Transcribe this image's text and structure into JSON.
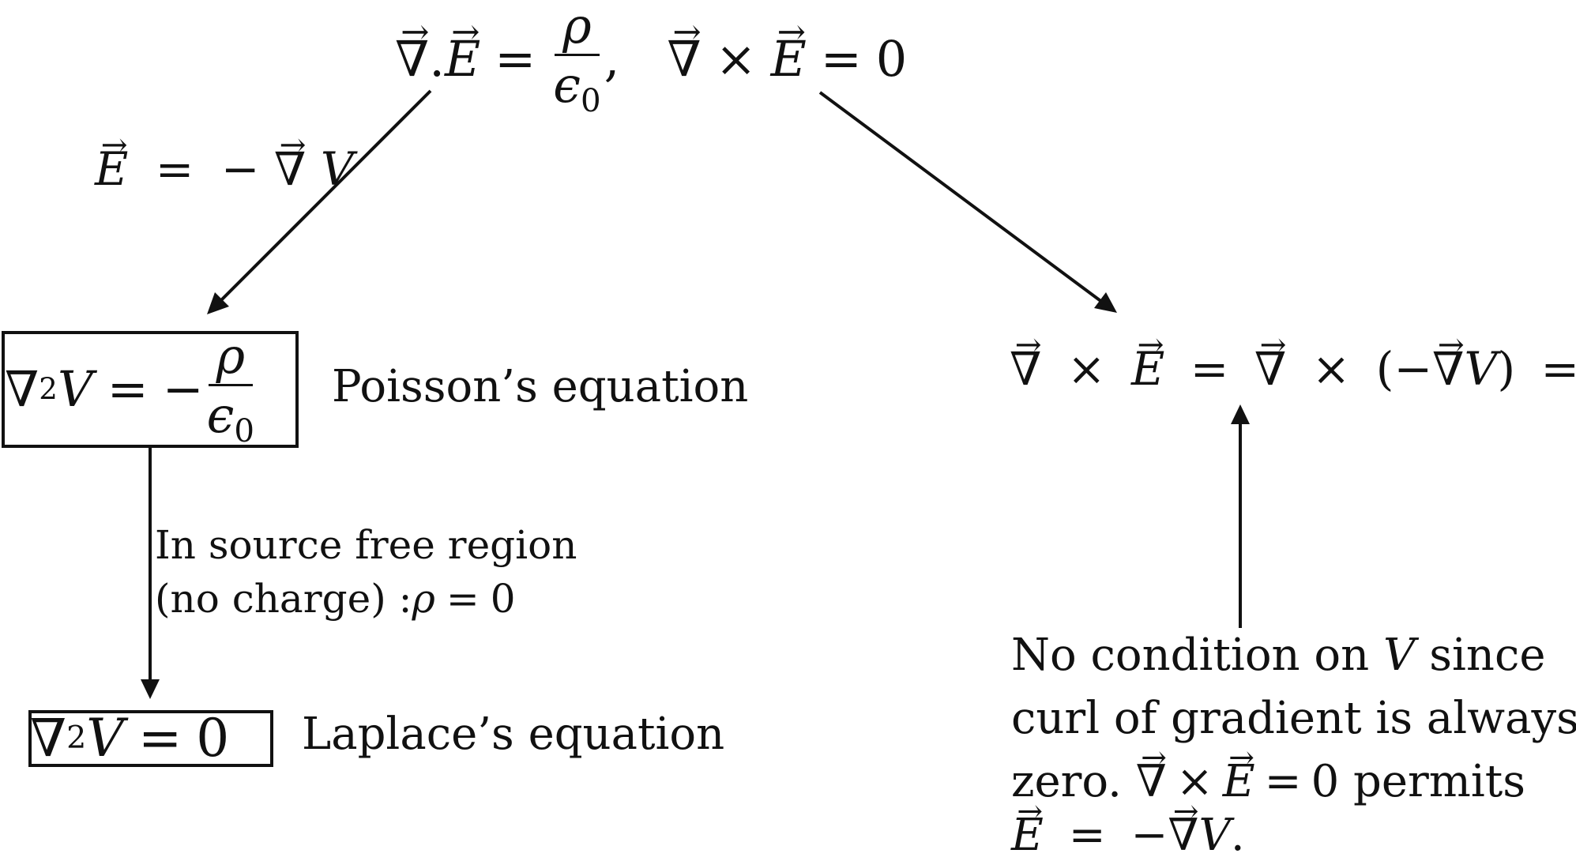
{
  "labels": {
    "poisson": "Poisson’s equation",
    "laplace": "Laplace’s equation",
    "source_free_line1": "In source free region",
    "source_free_line2_text": "(no charge) :",
    "no_condition_line1_a": "No condition on ",
    "no_condition_line1_b": " since",
    "no_condition_line2": "curl of gradient is always",
    "no_condition_line3_a": "zero. ",
    "no_condition_line3_b": " permits"
  },
  "math": {
    "del": "∇",
    "E": "E",
    "V": "V",
    "rho": "ρ",
    "eps": "ϵ",
    "zero": "0",
    "two": "2",
    "times": "×",
    "eq": "=",
    "minus": "−",
    "dot": ".",
    "comma": ",",
    "lparen": "(",
    "rparen": ")",
    "period": "."
  },
  "colors": {
    "ink": "#111111",
    "background": "#ffffff"
  }
}
